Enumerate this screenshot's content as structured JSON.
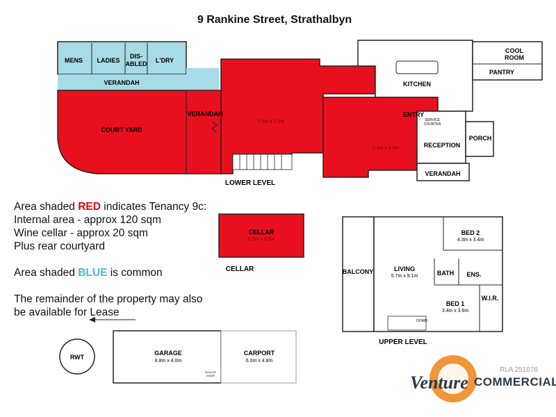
{
  "title": "9 Rankine Street, Strathalbyn",
  "legend": {
    "line1_pre": "Area shaded ",
    "line1_red": "RED",
    "line1_post": " indicates Tenancy 9c:",
    "line2": "Internal area - approx 120 sqm",
    "line3": "Wine cellar - approx 20 sqm",
    "line4": "Plus rear courtyard",
    "line5_pre": "Area shaded ",
    "line5_blue": "BLUE",
    "line5_post": " is common",
    "line6": "The remainder of the property may also",
    "line7": "be available for Lease"
  },
  "lower": {
    "level_label": "LOWER LEVEL",
    "rooms": {
      "mens": "MENS",
      "ladies": "LADIES",
      "disabled_1": "DIS-",
      "disabled_2": "ABLED",
      "laundry": "L'DRY",
      "verandah_top": "VERANDAH",
      "verandah_mid": "VERANDAH",
      "courtyard": "COURT YARD",
      "kitchen": "KITCHEN",
      "cool_room_1": "COOL",
      "cool_room_2": "ROOM",
      "pantry": "PANTRY",
      "entry": "ENTRY",
      "reception": "RECEPTION",
      "porch": "PORCH",
      "verandah_front": "VERANDAH",
      "service_counter_1": "SERVICE",
      "service_counter_2": "COUNTER"
    },
    "dims": {
      "main_room": "7.9m x 7.2m",
      "front_room": "7.1m x 6.0m"
    }
  },
  "cellar": {
    "label": "CELLAR",
    "room": "CELLAR",
    "dims": "6.2m x 3.2m"
  },
  "upper": {
    "level_label": "UPPER LEVEL",
    "rooms": {
      "balcony": "BALCONY",
      "living": "LIVING",
      "living_dims": "5.7m x 9.1m",
      "bed2": "BED 2",
      "bed2_dims": "4.3m x 3.4m",
      "bath": "BATH",
      "ens": "ENS.",
      "wir": "W.I.R.",
      "bed1": "BED 1",
      "bed1_dims": "3.4m x 3.6m",
      "down": "DOWN"
    }
  },
  "outbuildings": {
    "rwt": "RWT",
    "garage": "GARAGE",
    "garage_dims": "8.8m x 4.0m",
    "roller_door_1": "ROLLER",
    "roller_door_2": "DOOR",
    "carport": "CARPORT",
    "carport_dims": "6.0m x 4.8m"
  },
  "branding": {
    "rla": "RLA 251076",
    "logo_word": "Venture",
    "logo_suffix": "COMMERCIAL"
  },
  "colors": {
    "tenancy_red": "#e8101e",
    "common_blue": "#a7dbe6",
    "logo_orange": "#f08a24"
  }
}
